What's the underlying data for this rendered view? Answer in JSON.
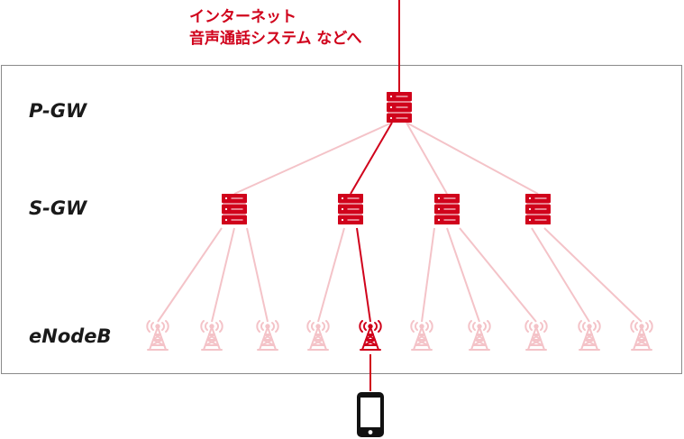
{
  "caption": {
    "line1": "インターネット",
    "line2": "音声通話システム などへ"
  },
  "layers": {
    "pgw": "P-GW",
    "sgw": "S-GW",
    "enodeb": "eNodeB"
  },
  "colors": {
    "accent": "#d0021b",
    "faded": "#f4c3c8",
    "frame": "#8a8a8a",
    "label": "#1a1a1a",
    "phone": "#111111"
  },
  "icons": {
    "gateway": "server-stack-icon",
    "base_station": "cell-tower-icon",
    "device": "smartphone-icon"
  },
  "topology": {
    "pgw_count": 1,
    "sgw_count": 4,
    "enodeb_per_sgw": [
      3,
      2,
      3,
      2
    ],
    "active_sgw": 2,
    "active_enodeb": 5
  }
}
